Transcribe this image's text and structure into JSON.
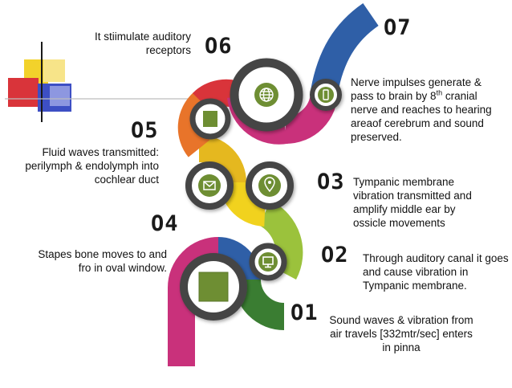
{
  "steps": [
    {
      "number": "O1",
      "text": "Sound waves & vibration from air travels [332mtr/sec] enters in pinna",
      "color": "#3a7d32",
      "icon": "square-icon"
    },
    {
      "number": "O2",
      "text": "Through auditory canal it goes and cause vibration in Tympanic membrane.",
      "color": "#9bc23c",
      "icon": "monitor-icon"
    },
    {
      "number": "O3",
      "text": "Tympanic membrane vibration transmitted and amplify middle ear by ossicle movements",
      "color": "#f1d21e",
      "icon": "location-pin-icon"
    },
    {
      "number": "O4",
      "text": "Stapes bone moves to and fro in oval window.",
      "color": "#8e44ad",
      "icon": "envelope-icon"
    },
    {
      "number": "O5",
      "text": "Fluid waves transmitted: perilymph & endolymph into cochlear duct",
      "color": "#e8742a",
      "icon": "document-icon"
    },
    {
      "number": "O6",
      "text": "It stiimulate auditory receptors",
      "color": "#d9343a",
      "icon": "globe-icon"
    },
    {
      "number": "O7",
      "text_parts": {
        "before": "Nerve impulses generate & pass to brain by 8",
        "sup": "th",
        "after": " cranial nerve and reaches to hearing areaof cerebrum and sound preserved."
      },
      "color": "#2f5fa7",
      "icon": "phone-icon"
    }
  ],
  "colors": {
    "magenta": "#c9317b",
    "light_blue": "#5fb7e0",
    "blue": "#2f5fa7",
    "dark_green": "#3a7d32",
    "ring": "#454545",
    "icon_green": "#6e8e33"
  }
}
